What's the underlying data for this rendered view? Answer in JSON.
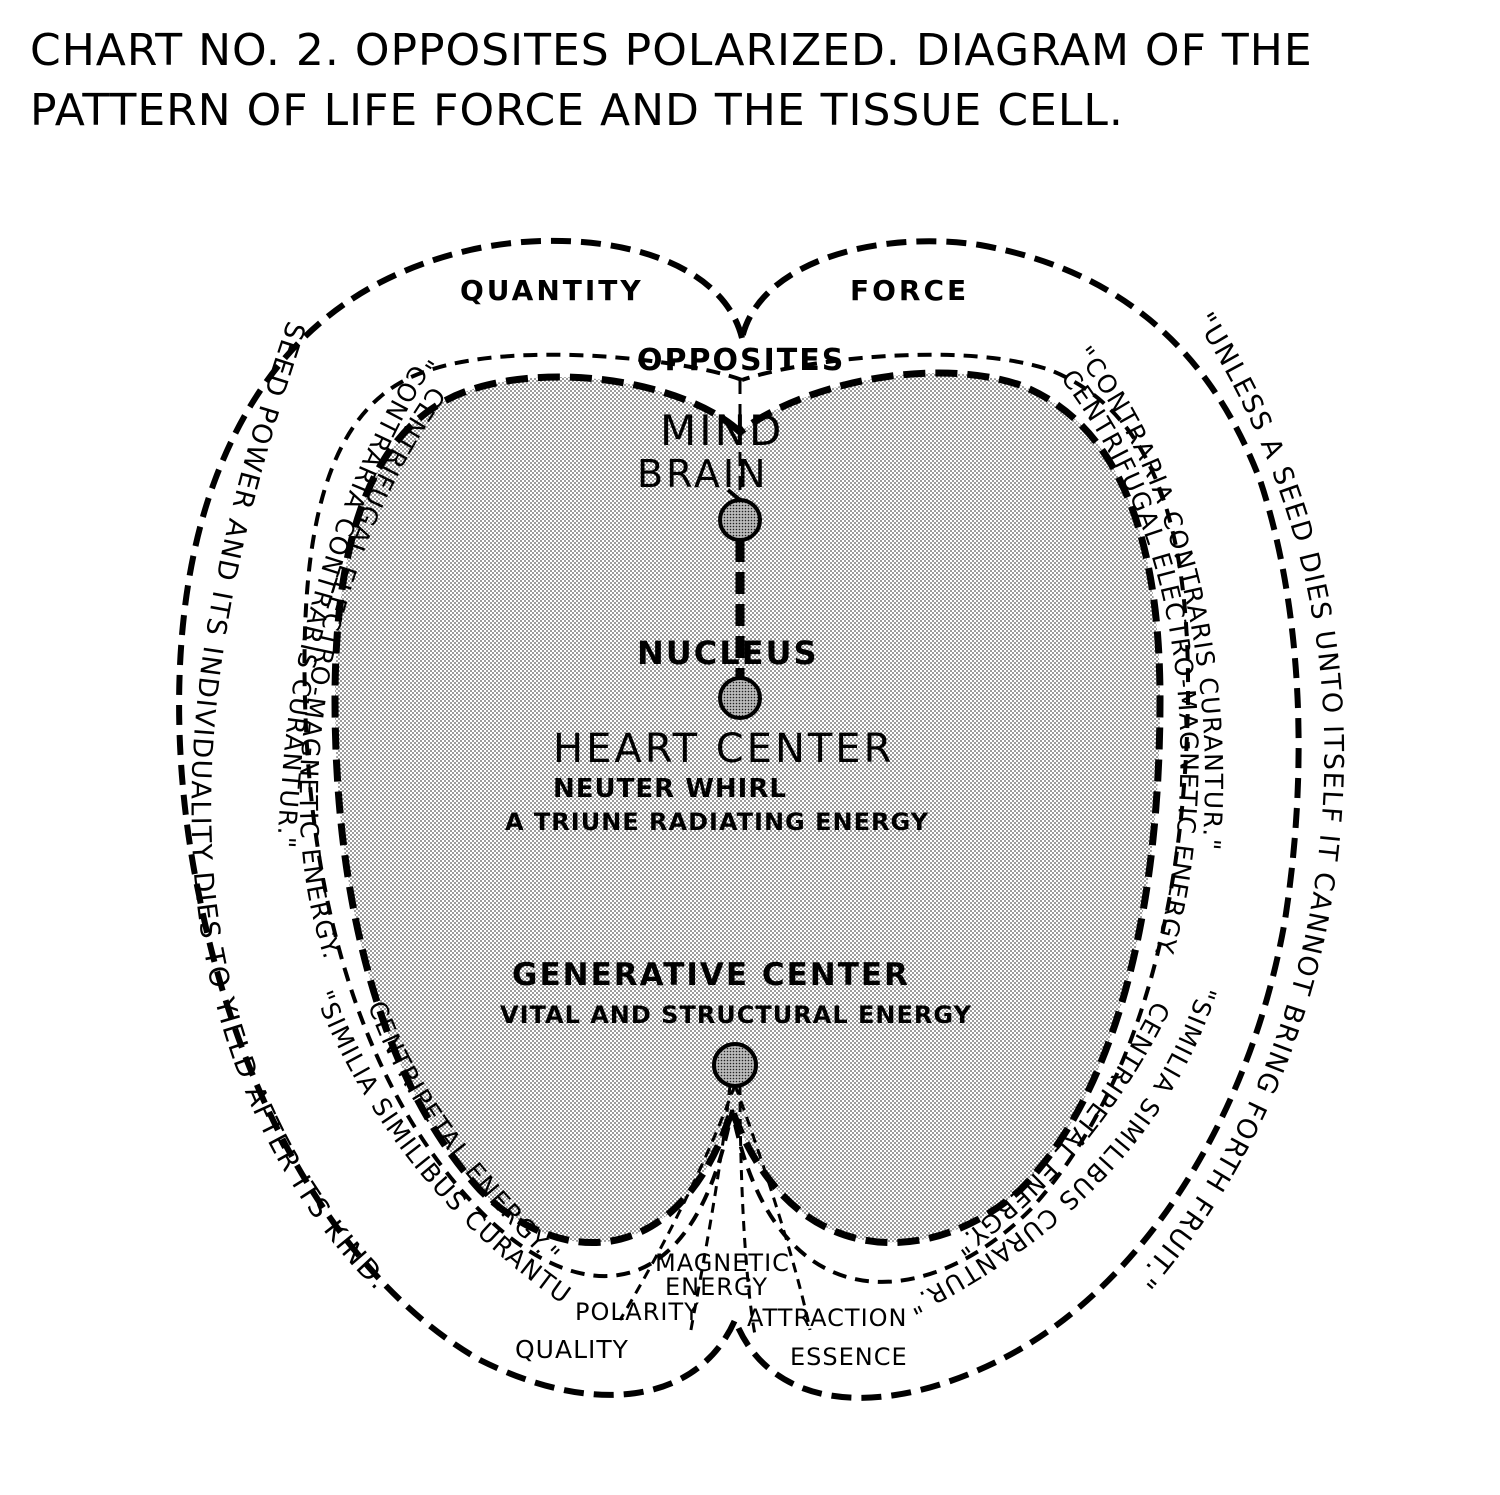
{
  "title": {
    "line1": "CHART NO. 2.   OPPOSITES POLARIZED.  DIAGRAM OF THE",
    "line2": "PATTERN OF LIFE FORCE AND THE TISSUE CELL."
  },
  "labels": {
    "quantity": "QUANTITY",
    "force": "FORCE",
    "opposites": "OPPOSITES",
    "mind": "MIND",
    "brain": "BRAIN",
    "nucleus": "NUCLEUS",
    "heart_center": "HEART CENTER",
    "neuter_whirl": "NEUTER WHIRL",
    "triune": "A TRIUNE RADIATING ENERGY",
    "generative_center": "GENERATIVE CENTER",
    "vital": "VITAL AND STRUCTURAL ENERGY",
    "magnetic": "MAGNETIC",
    "energy": "ENERGY",
    "polarity": "POLARITY",
    "attraction": "ATTRACTION",
    "quality": "QUALITY",
    "essence": "ESSENCE"
  },
  "arc_texts": {
    "outer_left": "SEED POWER AND ITS INDIVIDUALITY DIES TO YIELD AFTER ITS KIND.",
    "outer_right": "\"UNLESS A SEED DIES UNTO ITSELF IT CANNOT BRING FORTH FRUIT.\"",
    "left_1": "\"CONTRARIA CONTRARIS CURANTUR.\"",
    "left_2": "CENTRIFUGAL ELECTRO-MAGNETIC ENERGY.",
    "left_3": "CENTRIPETAL ENERGY.\"",
    "left_4": "\"SIMILIA SIMILIBUS CURANTUR.\"",
    "right_1": "\"CONTRARIA CONTRARIS CURANTUR.\"",
    "right_2": "CENTRIFUGAL ELECTRO-MAGNETIC ENERGY.",
    "right_3": "CENTRIPETAL ENERGY.\"",
    "right_4": "\"SIMILIA SIMILIBUS CURANTUR.\""
  },
  "colors": {
    "ink": "#000000",
    "paper": "#ffffff",
    "cell_fill": "#d9d9d9"
  }
}
